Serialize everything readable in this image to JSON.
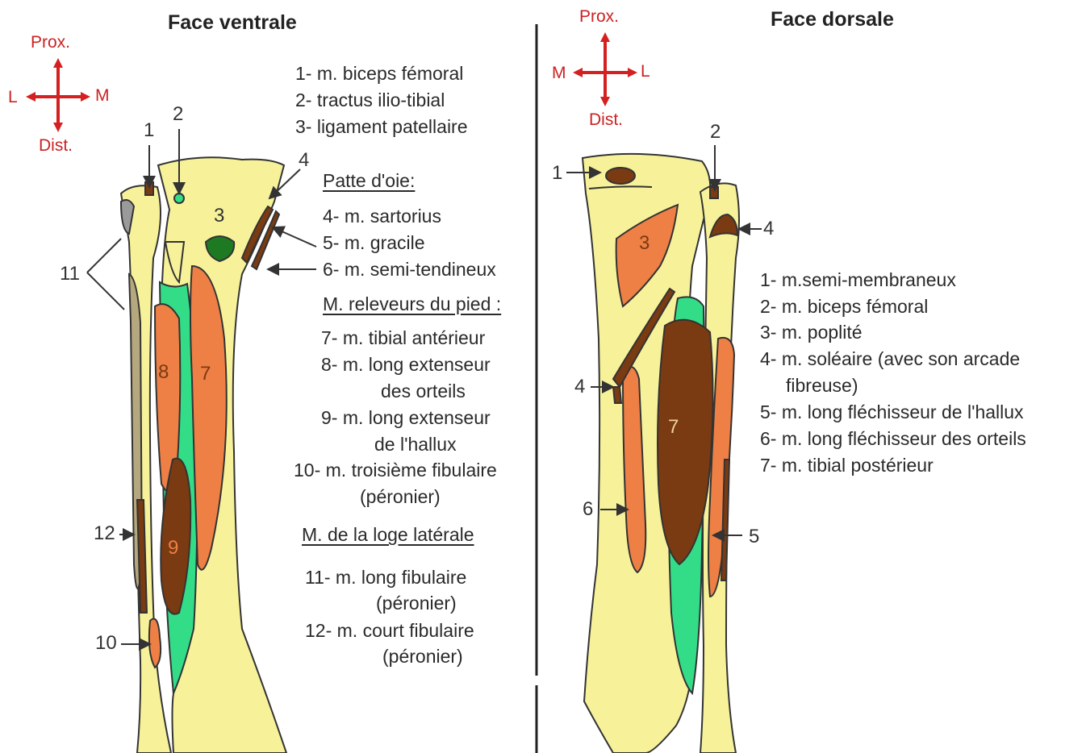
{
  "ventral": {
    "title": "Face ventrale",
    "orientation": {
      "prox": "Prox.",
      "dist": "Dist.",
      "left": "L",
      "right": "M"
    },
    "legend": [
      "1- m. biceps fémoral",
      "2- tractus ilio-tibial",
      "3- ligament patellaire"
    ],
    "patte_heading": "Patte d'oie:",
    "patte_items": [
      "4- m. sartorius",
      "5- m. gracile",
      "6- m. semi-tendineux"
    ],
    "releveurs_heading": "M. releveurs du pied :",
    "releveurs_items": {
      "i7": "7- m. tibial antérieur",
      "i8a": "8- m. long extenseur",
      "i8b": "des orteils",
      "i9a": "9- m. long extenseur",
      "i9b": "de l'hallux",
      "i10a": "10- m. troisième fibulaire",
      "i10b": "(péronier)"
    },
    "laterale_heading": "M. de la loge latérale",
    "laterale_items": {
      "i11a": "11- m. long fibulaire",
      "i11b": "(péronier)",
      "i12a": "12- m. court fibulaire",
      "i12b": "(péronier)"
    },
    "callouts": {
      "c1": "1",
      "c2": "2",
      "c3": "3",
      "c4": "4",
      "c11": "11",
      "c12": "12",
      "c10": "10"
    },
    "region_labels": {
      "r7": "7",
      "r8": "8",
      "r9": "9"
    }
  },
  "dorsal": {
    "title": "Face dorsale",
    "orientation": {
      "prox": "Prox.",
      "dist": "Dist.",
      "left": "M",
      "right": "L"
    },
    "legend": {
      "i1": "1- m.semi-membraneux",
      "i2": "2- m. biceps fémoral",
      "i3": "3- m. poplité",
      "i4a": "4- m. soléaire (avec son arcade",
      "i4b": "fibreuse)",
      "i5": "5- m. long fléchisseur de l'hallux",
      "i6": "6- m. long fléchisseur des orteils",
      "i7": "7- m. tibial postérieur"
    },
    "callouts": {
      "c1": "1",
      "c2": "2",
      "c4": "4",
      "c6": "6",
      "c5": "5",
      "c4b": "4"
    },
    "region_labels": {
      "r3": "3",
      "r7": "7"
    }
  },
  "colors": {
    "bone": "#f7f29a",
    "muscle_orange": "#ee7f45",
    "muscle_brown": "#7a3a12",
    "muscle_green": "#33dd88",
    "ligament_green": "#1d7a22",
    "orientation_red": "#d42020",
    "outline": "#333333"
  }
}
